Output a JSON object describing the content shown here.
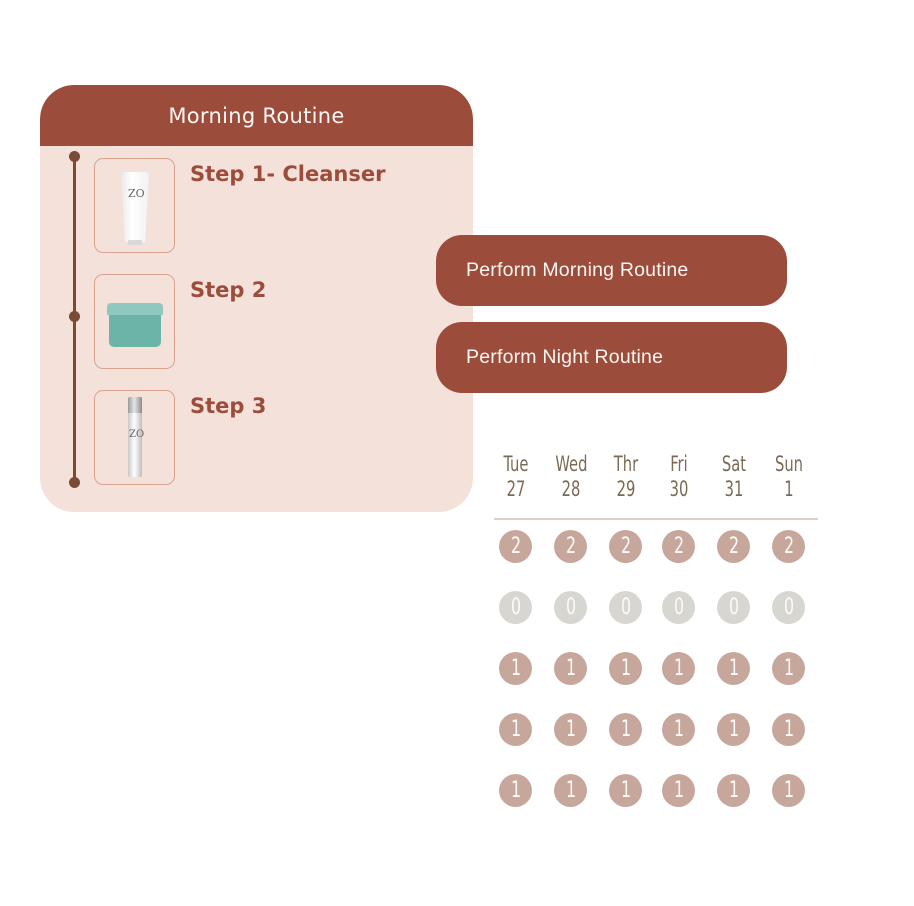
{
  "routine_card": {
    "title": "Morning Routine",
    "steps": [
      {
        "label": "Step 1- Cleanser",
        "product_image": "cleanser-tube"
      },
      {
        "label": "Step 2",
        "product_image": "teal-jar"
      },
      {
        "label": "Step 3",
        "product_image": "serum-bottle"
      }
    ]
  },
  "actions": {
    "morning_label": "Perform Morning Routine",
    "night_label": "Perform Night Routine"
  },
  "calendar": {
    "days": [
      {
        "name": "Tue",
        "date": "27"
      },
      {
        "name": "Wed",
        "date": "28"
      },
      {
        "name": "Thr",
        "date": "29"
      },
      {
        "name": "Fri",
        "date": "30"
      },
      {
        "name": "Sat",
        "date": "31"
      },
      {
        "name": "Sun",
        "date": "1"
      }
    ],
    "rows": [
      [
        "2",
        "2",
        "2",
        "2",
        "2",
        "2"
      ],
      [
        "0",
        "0",
        "0",
        "0",
        "0",
        "0"
      ],
      [
        "1",
        "1",
        "1",
        "1",
        "1",
        "1"
      ],
      [
        "1",
        "1",
        "1",
        "1",
        "1",
        "1"
      ],
      [
        "1",
        "1",
        "1",
        "1",
        "1",
        "1"
      ]
    ],
    "colors": {
      "active": "#c7a79b",
      "inactive": "#d8d6d0"
    }
  },
  "theme": {
    "accent": "#9b4c3b",
    "card_bg": "#f4e2da",
    "timeline": "#7a4a37"
  }
}
